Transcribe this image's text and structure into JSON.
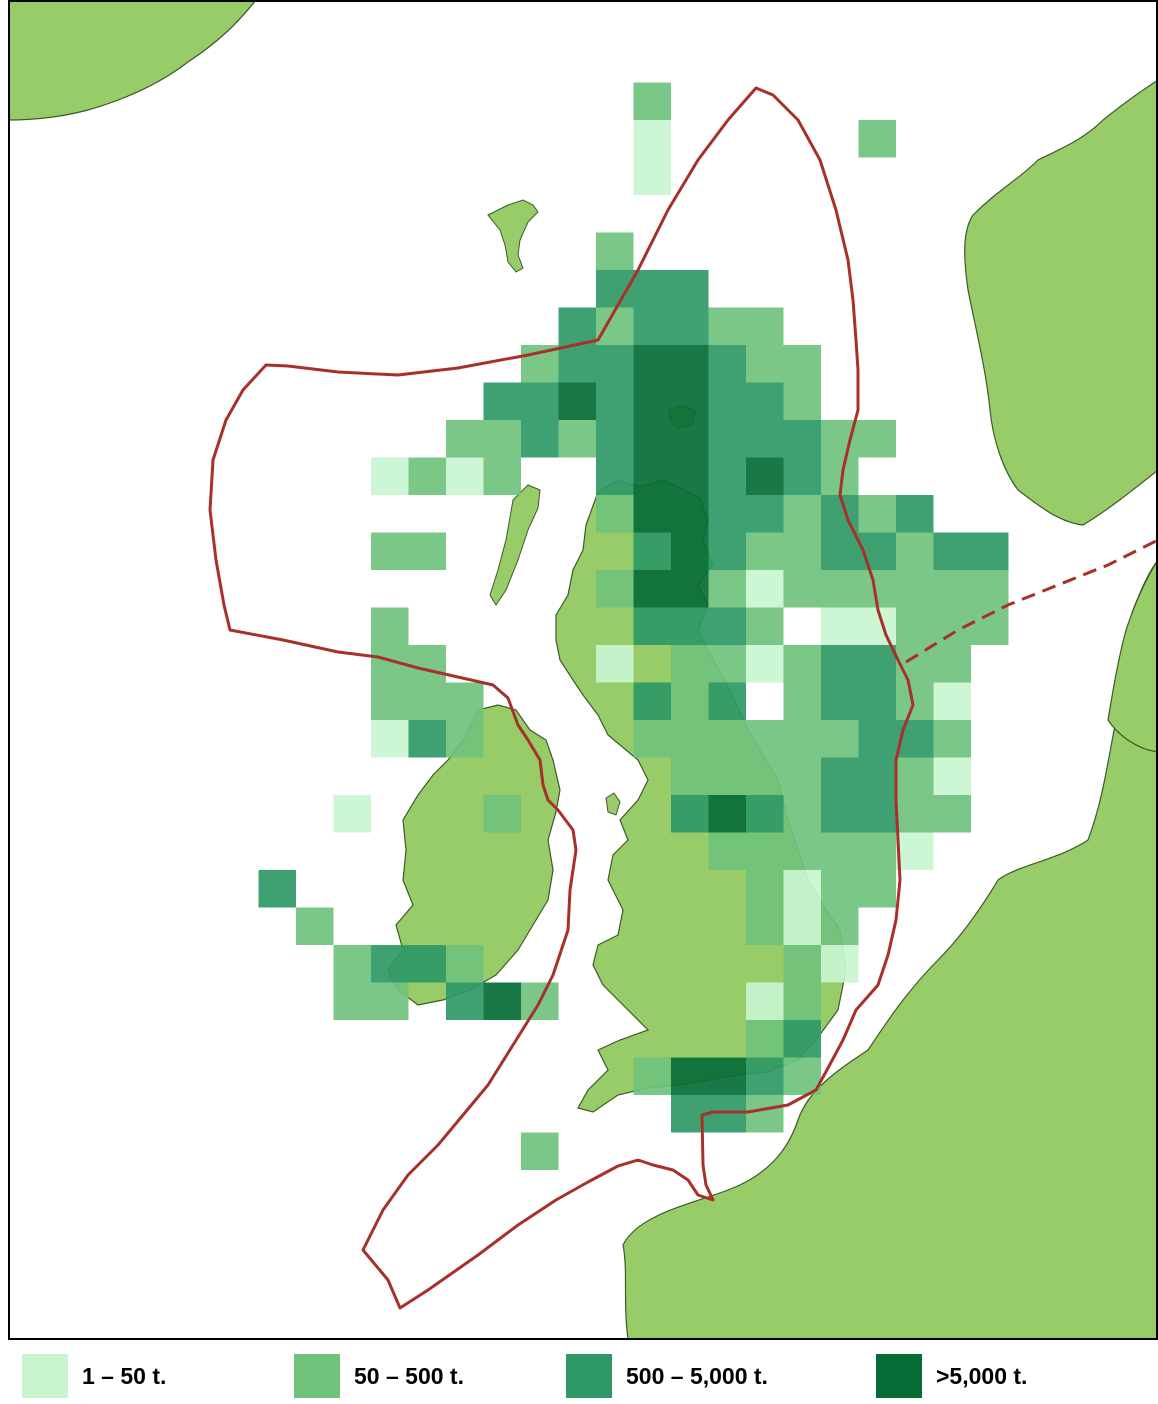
{
  "colors": {
    "sea": "#ffffff",
    "land": "#98cc68",
    "coastline": "#3d5a2a",
    "boundary": "#a8302a",
    "frame": "#000000",
    "classes": [
      "#c8f5d0",
      "#70c27d",
      "#2f9966",
      "#066c36"
    ]
  },
  "legend": {
    "items": [
      {
        "label": "1 – 50 t.",
        "color": "#c8f5d0"
      },
      {
        "label": "50 – 500 t.",
        "color": "#70c27d"
      },
      {
        "label": "500 – 5,000 t.",
        "color": "#2f9966"
      },
      {
        "label": ">5,000 t.",
        "color": "#066c36"
      }
    ]
  },
  "catch_grid": {
    "description_of_classes": [
      "1 – 50 t.",
      "50 – 500 t.",
      "500 – 5,000 t.",
      ">5,000 t."
    ],
    "cells": [
      [
        17,
        1,
        1
      ],
      [
        17,
        2,
        0
      ],
      [
        17,
        3,
        0
      ],
      [
        23,
        2,
        1
      ],
      [
        16,
        5,
        1
      ],
      [
        16,
        6,
        2
      ],
      [
        17,
        6,
        2
      ],
      [
        18,
        6,
        2
      ],
      [
        15,
        7,
        2
      ],
      [
        16,
        7,
        1
      ],
      [
        17,
        7,
        2
      ],
      [
        18,
        7,
        2
      ],
      [
        19,
        7,
        1
      ],
      [
        20,
        7,
        1
      ],
      [
        14,
        8,
        1
      ],
      [
        15,
        8,
        2
      ],
      [
        16,
        8,
        2
      ],
      [
        17,
        8,
        3
      ],
      [
        18,
        8,
        3
      ],
      [
        19,
        8,
        2
      ],
      [
        20,
        8,
        1
      ],
      [
        21,
        8,
        1
      ],
      [
        13,
        9,
        2
      ],
      [
        14,
        9,
        2
      ],
      [
        15,
        9,
        3
      ],
      [
        16,
        9,
        2
      ],
      [
        17,
        9,
        3
      ],
      [
        18,
        9,
        3
      ],
      [
        19,
        9,
        2
      ],
      [
        20,
        9,
        2
      ],
      [
        21,
        9,
        1
      ],
      [
        12,
        10,
        1
      ],
      [
        13,
        10,
        1
      ],
      [
        14,
        10,
        2
      ],
      [
        15,
        10,
        1
      ],
      [
        16,
        10,
        2
      ],
      [
        17,
        10,
        3
      ],
      [
        18,
        10,
        3
      ],
      [
        19,
        10,
        2
      ],
      [
        20,
        10,
        2
      ],
      [
        21,
        10,
        2
      ],
      [
        22,
        10,
        1
      ],
      [
        23,
        10,
        1
      ],
      [
        10,
        11,
        0
      ],
      [
        11,
        11,
        1
      ],
      [
        12,
        11,
        0
      ],
      [
        13,
        11,
        1
      ],
      [
        16,
        11,
        2
      ],
      [
        17,
        11,
        3
      ],
      [
        18,
        11,
        3
      ],
      [
        19,
        11,
        2
      ],
      [
        20,
        11,
        3
      ],
      [
        21,
        11,
        2
      ],
      [
        22,
        11,
        1
      ],
      [
        16,
        12,
        1
      ],
      [
        17,
        12,
        3
      ],
      [
        18,
        12,
        3
      ],
      [
        19,
        12,
        2
      ],
      [
        20,
        12,
        2
      ],
      [
        21,
        12,
        1
      ],
      [
        22,
        12,
        2
      ],
      [
        23,
        12,
        1
      ],
      [
        24,
        12,
        2
      ],
      [
        10,
        13,
        1
      ],
      [
        11,
        13,
        1
      ],
      [
        17,
        13,
        2
      ],
      [
        18,
        13,
        3
      ],
      [
        19,
        13,
        2
      ],
      [
        20,
        13,
        1
      ],
      [
        21,
        13,
        1
      ],
      [
        22,
        13,
        2
      ],
      [
        23,
        13,
        2
      ],
      [
        24,
        13,
        1
      ],
      [
        25,
        13,
        2
      ],
      [
        26,
        13,
        2
      ],
      [
        16,
        14,
        1
      ],
      [
        17,
        14,
        3
      ],
      [
        18,
        14,
        3
      ],
      [
        19,
        14,
        1
      ],
      [
        20,
        14,
        0
      ],
      [
        21,
        14,
        1
      ],
      [
        22,
        14,
        1
      ],
      [
        23,
        14,
        1
      ],
      [
        24,
        14,
        1
      ],
      [
        25,
        14,
        1
      ],
      [
        26,
        14,
        1
      ],
      [
        10,
        15,
        1
      ],
      [
        17,
        15,
        2
      ],
      [
        18,
        15,
        2
      ],
      [
        19,
        15,
        2
      ],
      [
        20,
        15,
        1
      ],
      [
        22,
        15,
        0
      ],
      [
        23,
        15,
        0
      ],
      [
        24,
        15,
        1
      ],
      [
        25,
        15,
        1
      ],
      [
        26,
        15,
        1
      ],
      [
        10,
        16,
        1
      ],
      [
        11,
        16,
        1
      ],
      [
        16,
        16,
        0
      ],
      [
        18,
        16,
        1
      ],
      [
        19,
        16,
        1
      ],
      [
        20,
        16,
        0
      ],
      [
        21,
        16,
        1
      ],
      [
        22,
        16,
        2
      ],
      [
        23,
        16,
        2
      ],
      [
        24,
        16,
        1
      ],
      [
        25,
        16,
        1
      ],
      [
        10,
        17,
        1
      ],
      [
        11,
        17,
        1
      ],
      [
        12,
        17,
        1
      ],
      [
        17,
        17,
        2
      ],
      [
        18,
        17,
        1
      ],
      [
        19,
        17,
        2
      ],
      [
        21,
        17,
        1
      ],
      [
        22,
        17,
        2
      ],
      [
        23,
        17,
        2
      ],
      [
        24,
        17,
        1
      ],
      [
        25,
        17,
        0
      ],
      [
        10,
        18,
        0
      ],
      [
        11,
        18,
        2
      ],
      [
        12,
        18,
        1
      ],
      [
        17,
        18,
        1
      ],
      [
        18,
        18,
        1
      ],
      [
        19,
        18,
        1
      ],
      [
        20,
        18,
        1
      ],
      [
        21,
        18,
        1
      ],
      [
        22,
        18,
        1
      ],
      [
        23,
        18,
        2
      ],
      [
        24,
        18,
        2
      ],
      [
        25,
        18,
        1
      ],
      [
        18,
        19,
        1
      ],
      [
        19,
        19,
        1
      ],
      [
        20,
        19,
        1
      ],
      [
        21,
        19,
        1
      ],
      [
        22,
        19,
        2
      ],
      [
        23,
        19,
        2
      ],
      [
        24,
        19,
        1
      ],
      [
        25,
        19,
        0
      ],
      [
        9,
        20,
        0
      ],
      [
        13,
        20,
        1
      ],
      [
        18,
        20,
        2
      ],
      [
        19,
        20,
        3
      ],
      [
        20,
        20,
        2
      ],
      [
        21,
        20,
        1
      ],
      [
        22,
        20,
        2
      ],
      [
        23,
        20,
        2
      ],
      [
        24,
        20,
        1
      ],
      [
        25,
        20,
        1
      ],
      [
        19,
        21,
        1
      ],
      [
        20,
        21,
        1
      ],
      [
        21,
        21,
        1
      ],
      [
        22,
        21,
        1
      ],
      [
        23,
        21,
        1
      ],
      [
        24,
        21,
        0
      ],
      [
        7,
        22,
        2
      ],
      [
        20,
        22,
        1
      ],
      [
        21,
        22,
        0
      ],
      [
        22,
        22,
        1
      ],
      [
        23,
        22,
        1
      ],
      [
        8,
        23,
        1
      ],
      [
        20,
        23,
        1
      ],
      [
        21,
        23,
        0
      ],
      [
        22,
        23,
        1
      ],
      [
        9,
        24,
        1
      ],
      [
        10,
        24,
        2
      ],
      [
        11,
        24,
        2
      ],
      [
        12,
        24,
        1
      ],
      [
        21,
        24,
        1
      ],
      [
        22,
        24,
        0
      ],
      [
        9,
        25,
        1
      ],
      [
        10,
        25,
        1
      ],
      [
        12,
        25,
        2
      ],
      [
        13,
        25,
        3
      ],
      [
        14,
        25,
        1
      ],
      [
        20,
        25,
        0
      ],
      [
        21,
        25,
        1
      ],
      [
        20,
        26,
        1
      ],
      [
        21,
        26,
        2
      ],
      [
        17,
        27,
        1
      ],
      [
        18,
        27,
        3
      ],
      [
        19,
        27,
        3
      ],
      [
        20,
        27,
        2
      ],
      [
        21,
        27,
        1
      ],
      [
        18,
        28,
        2
      ],
      [
        19,
        28,
        2
      ],
      [
        20,
        28,
        1
      ],
      [
        14,
        29,
        1
      ]
    ]
  }
}
